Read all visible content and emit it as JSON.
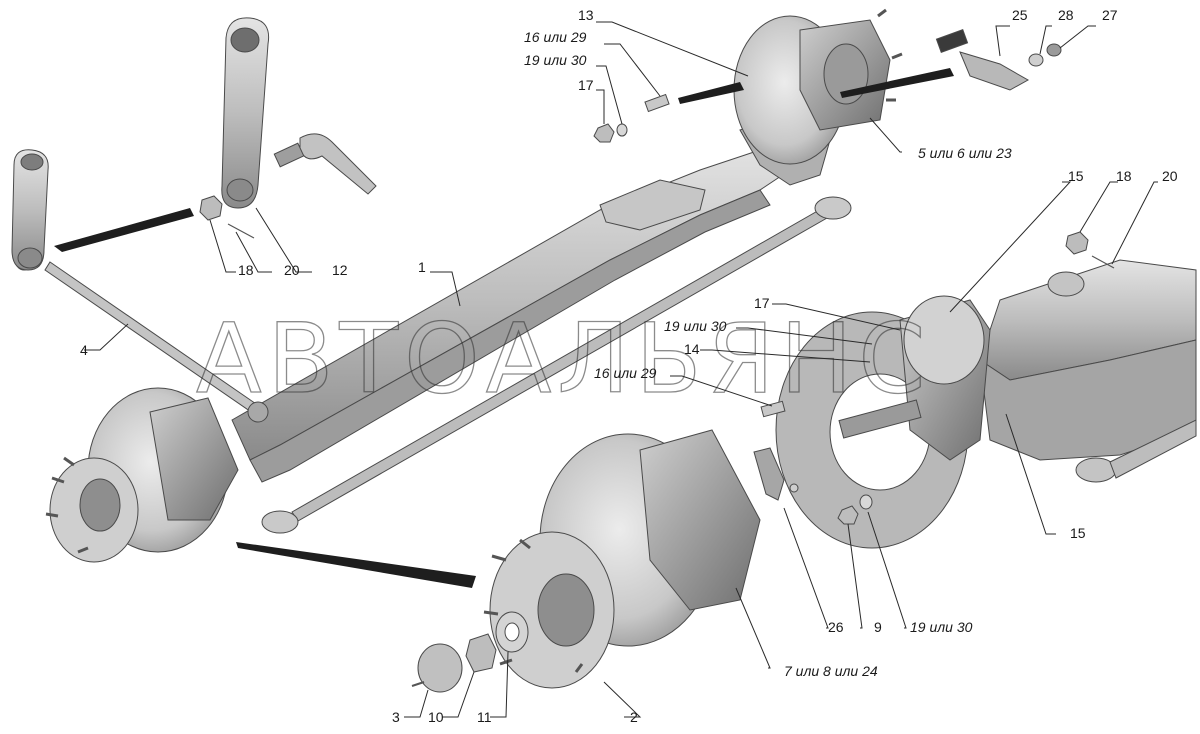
{
  "watermark": "АВТОАЛЬЯНС",
  "callouts": {
    "c1": "1",
    "c2": "2",
    "c3": "3",
    "c4": "4",
    "c5": "5 или 6 или 23",
    "c7": "7 или 8 или 24",
    "c9": "9",
    "c10": "10",
    "c11": "11",
    "c12": "12",
    "c13": "13",
    "c14": "14",
    "c15a": "15",
    "c15b": "15",
    "c16a": "16 или 29",
    "c16b": "16 или 29",
    "c17a": "17",
    "c17b": "17",
    "c18a": "18",
    "c18b": "18",
    "c19a": "19 или 30",
    "c19b": "19 или 30",
    "c19c": "19 или 30",
    "c20a": "20",
    "c20b": "20",
    "c25": "25",
    "c26": "26",
    "c27": "27",
    "c28": "28"
  },
  "colors": {
    "metal_light": "#d9d9d9",
    "metal_mid": "#b5b5b5",
    "metal_dark": "#7a7a7a",
    "outline": "#4a4a4a",
    "arrow": "#1e1e1e"
  }
}
